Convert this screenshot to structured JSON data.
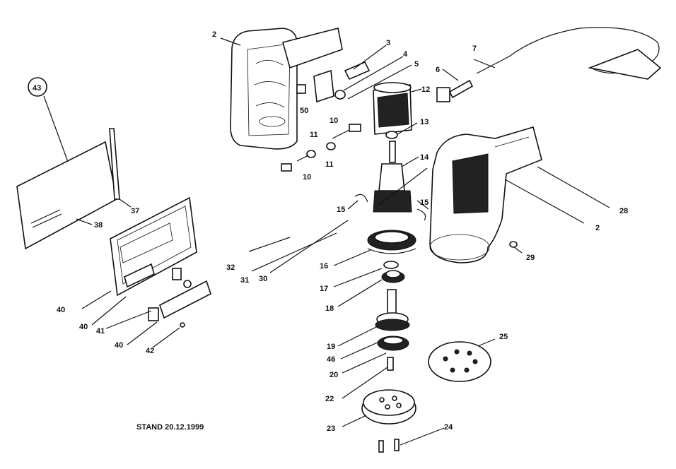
{
  "footer": {
    "stand": "STAND 20.12.1999"
  },
  "callouts": {
    "c43": "43",
    "c2a": "2",
    "c3": "3",
    "c4": "4",
    "c5": "5",
    "c50": "50",
    "c12": "12",
    "c13": "13",
    "c6": "6",
    "c7": "7",
    "c10a": "10",
    "c11a": "11",
    "c11b": "11",
    "c10b": "10",
    "c14": "14",
    "c15a": "15",
    "c15b": "15",
    "c37": "37",
    "c38": "38",
    "c28": "28",
    "c2b": "2",
    "c16": "16",
    "c17": "17",
    "c18": "18",
    "c19": "19",
    "c29": "29",
    "c32": "32",
    "c31": "31",
    "c30": "30",
    "c40a": "40",
    "c40b": "40",
    "c41": "41",
    "c40c": "40",
    "c42": "42",
    "c46": "46",
    "c20": "20",
    "c22": "22",
    "c25": "25",
    "c23": "23",
    "c24": "24"
  }
}
